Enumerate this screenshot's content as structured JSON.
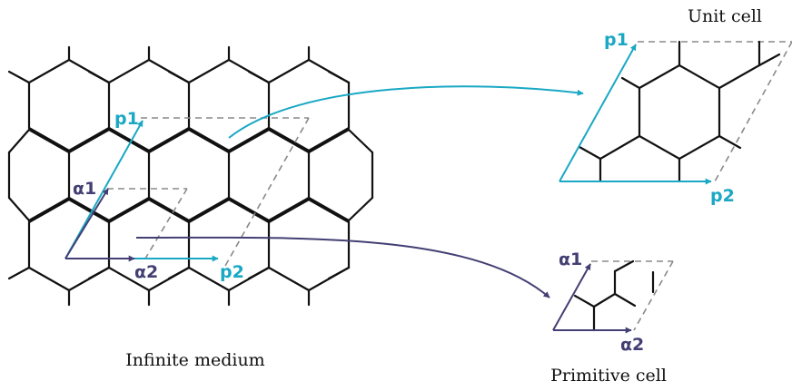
{
  "colors": {
    "edge": "#111111",
    "dash": "#8a8a8a",
    "unit_vector": "#1aa8c4",
    "primitive_vector": "#433f73"
  },
  "captions": {
    "infinite_medium": "Infinite medium",
    "unit_cell": "Unit cell",
    "primitive_cell": "Primitive cell"
  },
  "labels": {
    "p1": "p1",
    "p2": "p2",
    "alpha1": "α1",
    "alpha2": "α2"
  }
}
